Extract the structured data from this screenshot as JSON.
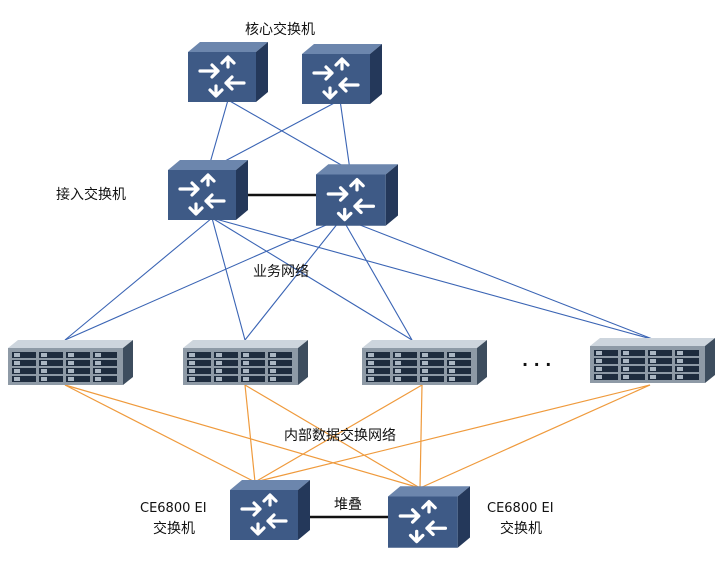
{
  "labels": {
    "core_switch": "核心交换机",
    "access_switch": "接入交换机",
    "service_network": "业务网络",
    "internal_network": "内部数据交换网络",
    "ellipsis": "· · ·",
    "stack": "堆叠",
    "ce_left_line1": "CE6800 EI",
    "ce_left_line2": "交换机",
    "ce_right_line1": "CE6800 EI",
    "ce_right_line2": "交换机"
  },
  "colors": {
    "blue_link": "#3a64b4",
    "orange_link": "#ef9a3c",
    "stack_link": "#111111",
    "switch_face": "#3e5a86",
    "switch_side": "#24385a",
    "storage_body": "#8e9aa6"
  },
  "icons": {
    "switch": "network-switch-icon",
    "storage": "disk-array-icon"
  }
}
